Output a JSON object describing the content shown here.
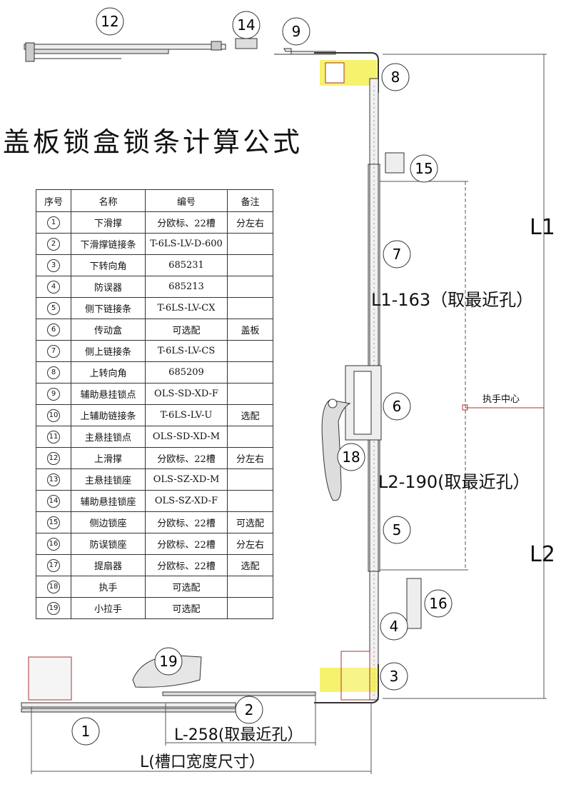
{
  "title": "盖板锁盒锁条计算公式",
  "table": {
    "headers": [
      "序号",
      "名称",
      "编号",
      "备注"
    ],
    "rows": [
      {
        "no": "1",
        "name": "下滑撑",
        "code": "分欧标、22槽",
        "note": "分左右"
      },
      {
        "no": "2",
        "name": "下滑撑链接条",
        "code": "T-6LS-LV-D-600",
        "note": ""
      },
      {
        "no": "3",
        "name": "下转向角",
        "code": "685231",
        "note": ""
      },
      {
        "no": "4",
        "name": "防误器",
        "code": "685213",
        "note": ""
      },
      {
        "no": "5",
        "name": "侧下链接条",
        "code": "T-6LS-LV-CX",
        "note": ""
      },
      {
        "no": "6",
        "name": "传动盒",
        "code": "可选配",
        "note": "盖板"
      },
      {
        "no": "7",
        "name": "侧上链接条",
        "code": "T-6LS-LV-CS",
        "note": ""
      },
      {
        "no": "8",
        "name": "上转向角",
        "code": "685209",
        "note": ""
      },
      {
        "no": "9",
        "name": "辅助悬挂锁点",
        "code": "OLS-SD-XD-F",
        "note": ""
      },
      {
        "no": "10",
        "name": "上辅助链接条",
        "code": "T-6LS-LV-U",
        "note": "选配"
      },
      {
        "no": "11",
        "name": "主悬挂锁点",
        "code": "OLS-SD-XD-M",
        "note": ""
      },
      {
        "no": "12",
        "name": "上滑撑",
        "code": "分欧标、22槽",
        "note": "分左右"
      },
      {
        "no": "13",
        "name": "主悬挂锁座",
        "code": "OLS-SZ-XD-M",
        "note": ""
      },
      {
        "no": "14",
        "name": "辅助悬挂锁座",
        "code": "OLS-SZ-XD-F",
        "note": ""
      },
      {
        "no": "15",
        "name": "侧边锁座",
        "code": "分欧标、22槽",
        "note": "可选配"
      },
      {
        "no": "16",
        "name": "防误锁座",
        "code": "分欧标、22槽",
        "note": "分左右"
      },
      {
        "no": "17",
        "name": "提扇器",
        "code": "分欧标、22槽",
        "note": "选配"
      },
      {
        "no": "18",
        "name": "执手",
        "code": "可选配",
        "note": ""
      },
      {
        "no": "19",
        "name": "小拉手",
        "code": "可选配",
        "note": ""
      }
    ]
  },
  "callouts": [
    "12",
    "14",
    "9",
    "8",
    "15",
    "7",
    "6",
    "18",
    "5",
    "16",
    "4",
    "3",
    "19",
    "2",
    "1"
  ],
  "dimensions": {
    "l1": "L1",
    "l2": "L2",
    "l1_formula": "L1-163（取最近孔）",
    "l2_formula": "L2-190(取最近孔）",
    "handle_center": "执手中心",
    "l_formula": "L-258(取最近孔）",
    "l_total": "L(槽口宽度尺寸）"
  },
  "colors": {
    "line": "#333333",
    "profile": "#f2ee3c",
    "dim": "#555555",
    "seal": "#c0392b"
  }
}
